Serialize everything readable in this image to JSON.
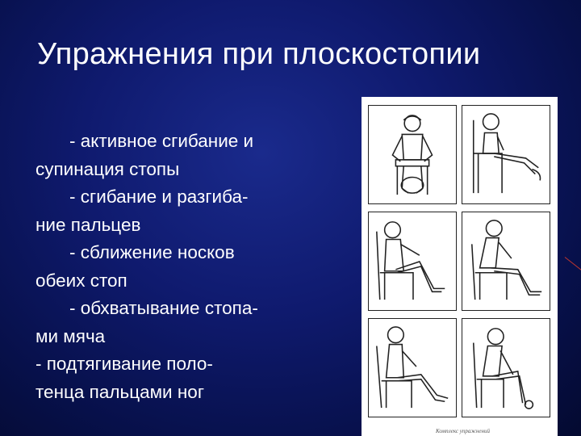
{
  "slide": {
    "title": "Упражнения при плоскостопии",
    "lines": [
      {
        "text": "- активное сгибание и",
        "indent": true
      },
      {
        "text": "супинация стопы",
        "indent": false
      },
      {
        "text": "- сгибание и разгиба-",
        "indent": true
      },
      {
        "text": "ние пальцев",
        "indent": false
      },
      {
        "text": "- сближение носков",
        "indent": true
      },
      {
        "text": "обеих стоп",
        "indent": false
      },
      {
        "text": "- обхватывание стопа-",
        "indent": true
      },
      {
        "text": "ми мяча",
        "indent": false
      },
      {
        "text": "-  подтягивание поло-",
        "indent": false
      },
      {
        "text": "тенца пальцами ног",
        "indent": false
      }
    ]
  },
  "figure": {
    "caption": "Комплекс упражнений"
  },
  "colors": {
    "background": "#0f1a6e",
    "text": "#ffffff",
    "accent_line": "#c2362e"
  }
}
